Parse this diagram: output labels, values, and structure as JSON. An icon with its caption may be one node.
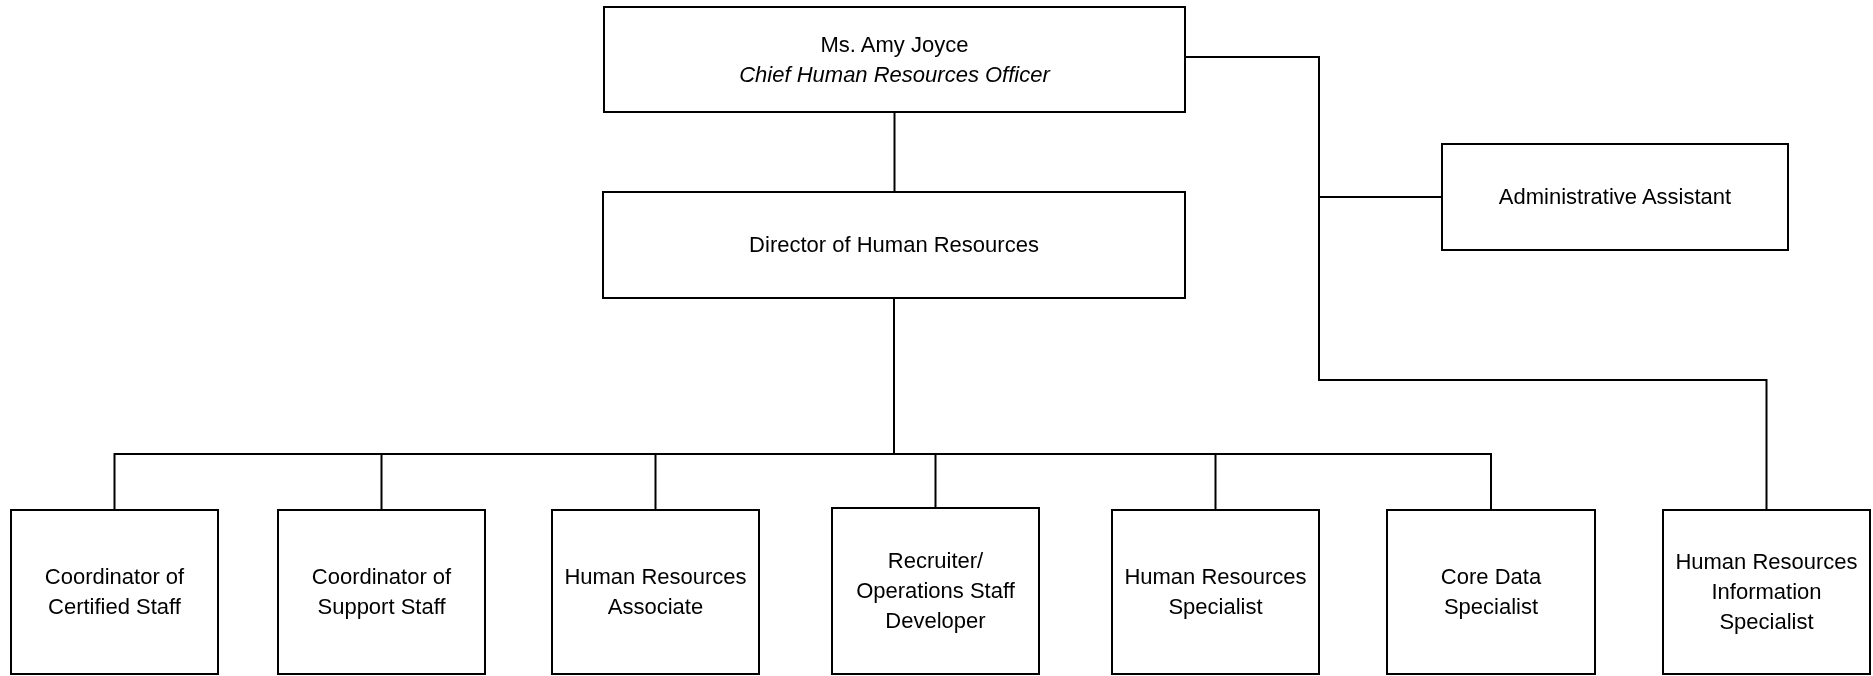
{
  "diagram": {
    "nodes": [
      {
        "text": [
          "Ms. Amy Joyce",
          "Chief Human Resources Officer"
        ]
      },
      {
        "text": [
          "Director of Human Resources"
        ]
      },
      {
        "text": [
          "Administrative Assistant"
        ]
      },
      {
        "text": [
          "Coordinator of Certified Staff"
        ]
      },
      {
        "text": [
          "Coordinator of Support Staff"
        ]
      },
      {
        "text": [
          "Human Resources Associate"
        ]
      },
      {
        "text": [
          "Recruiter/ Operations Staff Developer"
        ]
      },
      {
        "text": [
          "Human Resources Specialist"
        ]
      },
      {
        "text": [
          "Core Data Specialist"
        ]
      },
      {
        "text": [
          "Human Resources Information Specialist"
        ]
      }
    ],
    "edges": [
      {
        "from": 0,
        "to": 1,
        "arrow": "none"
      },
      {
        "from": 0,
        "to": 2,
        "arrow": "none"
      },
      {
        "from": 0,
        "to": 9,
        "arrow": "none"
      },
      {
        "from": 1,
        "to": 3,
        "arrow": "none"
      },
      {
        "from": 1,
        "to": 4,
        "arrow": "none"
      },
      {
        "from": 1,
        "to": 5,
        "arrow": "none"
      },
      {
        "from": 1,
        "to": 6,
        "arrow": "none"
      },
      {
        "from": 1,
        "to": 7,
        "arrow": "none"
      },
      {
        "from": 1,
        "to": 8,
        "arrow": "none"
      }
    ]
  }
}
